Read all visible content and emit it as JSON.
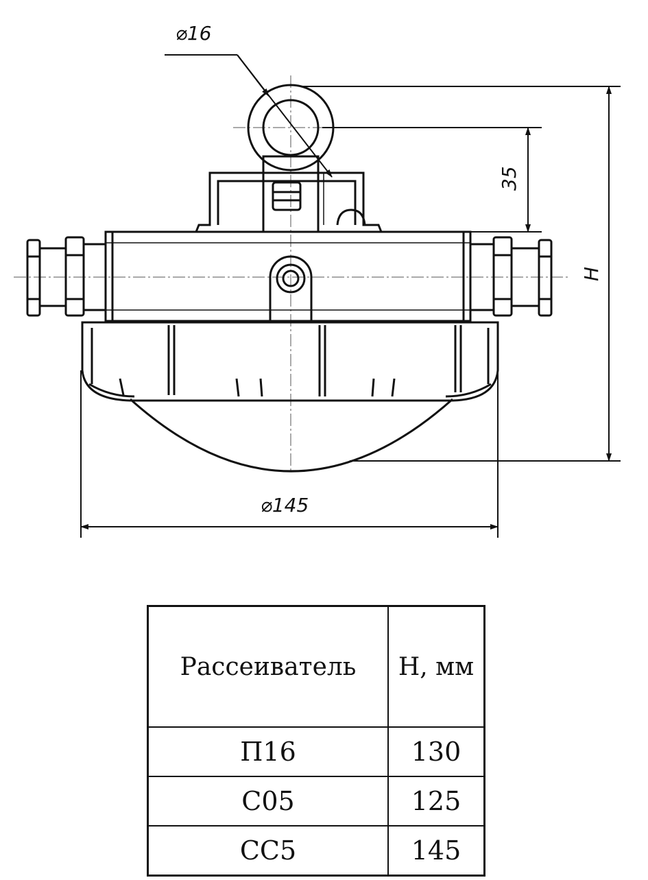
{
  "drawing": {
    "dim_eye_diameter": "⌀16",
    "dim_bracket_height": "35",
    "dim_overall_height": "H",
    "dim_width": "⌀145"
  },
  "table": {
    "headers": [
      "Рассеиватель",
      "Н, мм"
    ],
    "rows": [
      [
        "П16",
        "130"
      ],
      [
        "С05",
        "125"
      ],
      [
        "СС5",
        "145"
      ]
    ]
  }
}
